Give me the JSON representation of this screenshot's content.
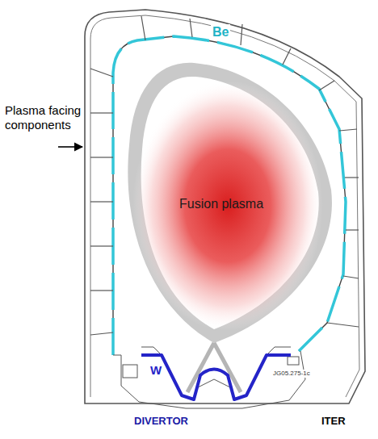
{
  "diagram": {
    "labels": [
      "Be",
      "Plasma facing components",
      "Fusion plasma",
      "W",
      "DIVERTOR",
      "ITER",
      "JG05.275-1c"
    ]
  }
}
